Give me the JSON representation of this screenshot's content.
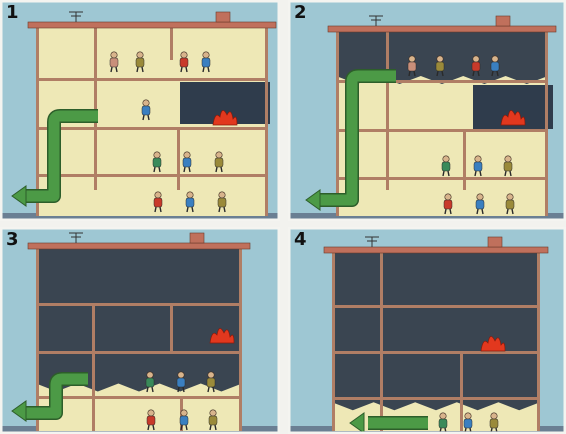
{
  "panels": [
    {
      "number": "1",
      "smoke_level": 0,
      "fire": true
    },
    {
      "number": "2",
      "smoke_level": 0.25,
      "fire": true
    },
    {
      "number": "3",
      "smoke_level": 0.75,
      "fire": true
    },
    {
      "number": "4",
      "smoke_level": 0.85,
      "fire": true
    }
  ],
  "colors": {
    "sky": "#9ec7d3",
    "wall": "#eee8b6",
    "structure": "#b07e65",
    "roof": "#c0705c",
    "smoke": "#2f3c4c",
    "arrow": "#4c9a46",
    "fire": "#e2381e",
    "frame": "#f4f4f0"
  },
  "icons": [
    "tv-antenna-icon",
    "chimney-icon",
    "person-icon",
    "fire-icon",
    "air-flow-arrow-icon",
    "smoke-icon"
  ]
}
